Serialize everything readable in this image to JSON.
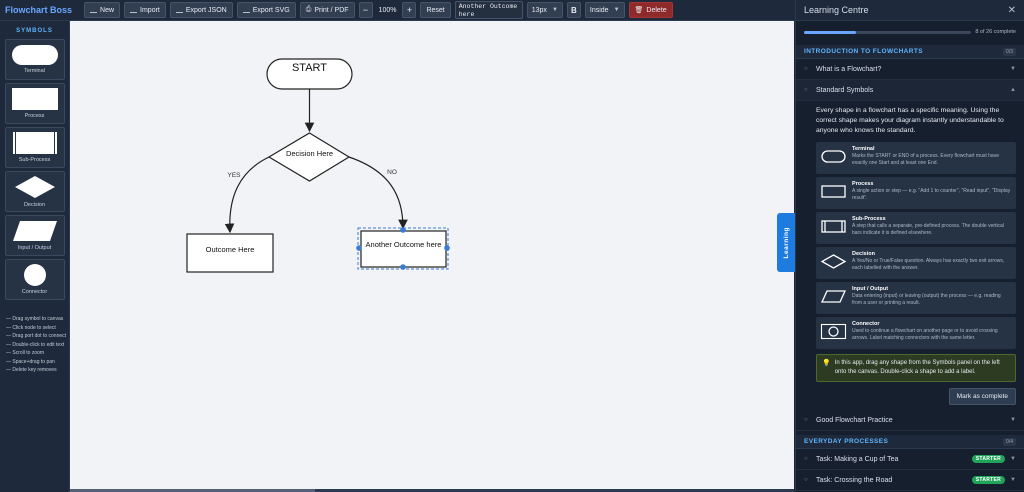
{
  "toolbar": {
    "brand": "Flowchart Boss",
    "new_label": "New",
    "import_label": "Import",
    "export_json_label": "Export JSON",
    "export_svg_label": "Export SVG",
    "print_label": "Print / PDF",
    "zoom_out_label": "−",
    "zoom_level": "100%",
    "zoom_in_label": "+",
    "reset_label": "Reset",
    "label_text": "Another Outcome here",
    "font_size": "13px",
    "bold_label": "B",
    "position": "Inside",
    "delete_label": "Delete"
  },
  "symbols": {
    "title": "SYMBOLS",
    "items": [
      {
        "label": "Terminal",
        "icon": "terminal-shape"
      },
      {
        "label": "Process",
        "icon": "process-shape"
      },
      {
        "label": "Sub-Process",
        "icon": "subprocess-shape"
      },
      {
        "label": "Decision",
        "icon": "decision-shape"
      },
      {
        "label": "Input / Output",
        "icon": "io-shape"
      },
      {
        "label": "Connector",
        "icon": "connector-shape"
      }
    ],
    "hints": [
      "— Drag symbol to canvas",
      "— Click node to select",
      "— Drag port dot to connect",
      "— Double-click to edit text",
      "— Scroll to zoom",
      "— Space+drag to pan",
      "— Delete key removes"
    ]
  },
  "canvas": {
    "start_label": "START",
    "decision_label": "Decision Here",
    "yes_label": "YES",
    "no_label": "NO",
    "outcome1_label": "Outcome Here",
    "outcome2_label": "Another Outcome here"
  },
  "learning_tab": "Learning",
  "panel": {
    "title": "Learning Centre",
    "progress_text": "8 of 26 complete",
    "progress_fraction": 0.31,
    "section1": {
      "title": "INTRODUCTION TO FLOWCHARTS",
      "count": "0/3"
    },
    "items": {
      "what": "What is a Flowchart?",
      "standard": "Standard Symbols",
      "good": "Good Flowchart Practice"
    },
    "intro": "Every shape in a flowchart has a specific meaning. Using the correct shape makes your diagram instantly understandable to anyone who knows the standard.",
    "symbols": [
      {
        "name": "Terminal",
        "desc": "Marks the START or END of a process. Every flowchart must have exactly one Start and at least one End."
      },
      {
        "name": "Process",
        "desc": "A single action or step — e.g. \"Add 1 to counter\", \"Read input\", \"Display result\"."
      },
      {
        "name": "Sub-Process",
        "desc": "A step that calls a separate, pre-defined process. The double vertical bars indicate it is defined elsewhere."
      },
      {
        "name": "Decision",
        "desc": "A Yes/No or True/False question. Always has exactly two exit arrows, each labelled with the answer."
      },
      {
        "name": "Input / Output",
        "desc": "Data entering (input) or leaving (output) the process — e.g. reading from a user or printing a result."
      },
      {
        "name": "Connector",
        "desc": "Used to continue a flowchart on another page or to avoid crossing arrows. Label matching connectors with the same letter."
      }
    ],
    "tip": "In this app, drag any shape from the Symbols panel on the left onto the canvas. Double-click a shape to add a label.",
    "mark_complete": "Mark as complete",
    "section2": {
      "title": "EVERYDAY PROCESSES",
      "count": "0/4"
    },
    "tasks": [
      {
        "label": "Task: Making a Cup of Tea",
        "badge": "STARTER"
      },
      {
        "label": "Task: Crossing the Road",
        "badge": "STARTER"
      }
    ]
  },
  "colors": {
    "accent": "#1e7be0",
    "delete": "#8f2a2a",
    "starter": "#22a35a",
    "selection": "#3a7bd5"
  }
}
